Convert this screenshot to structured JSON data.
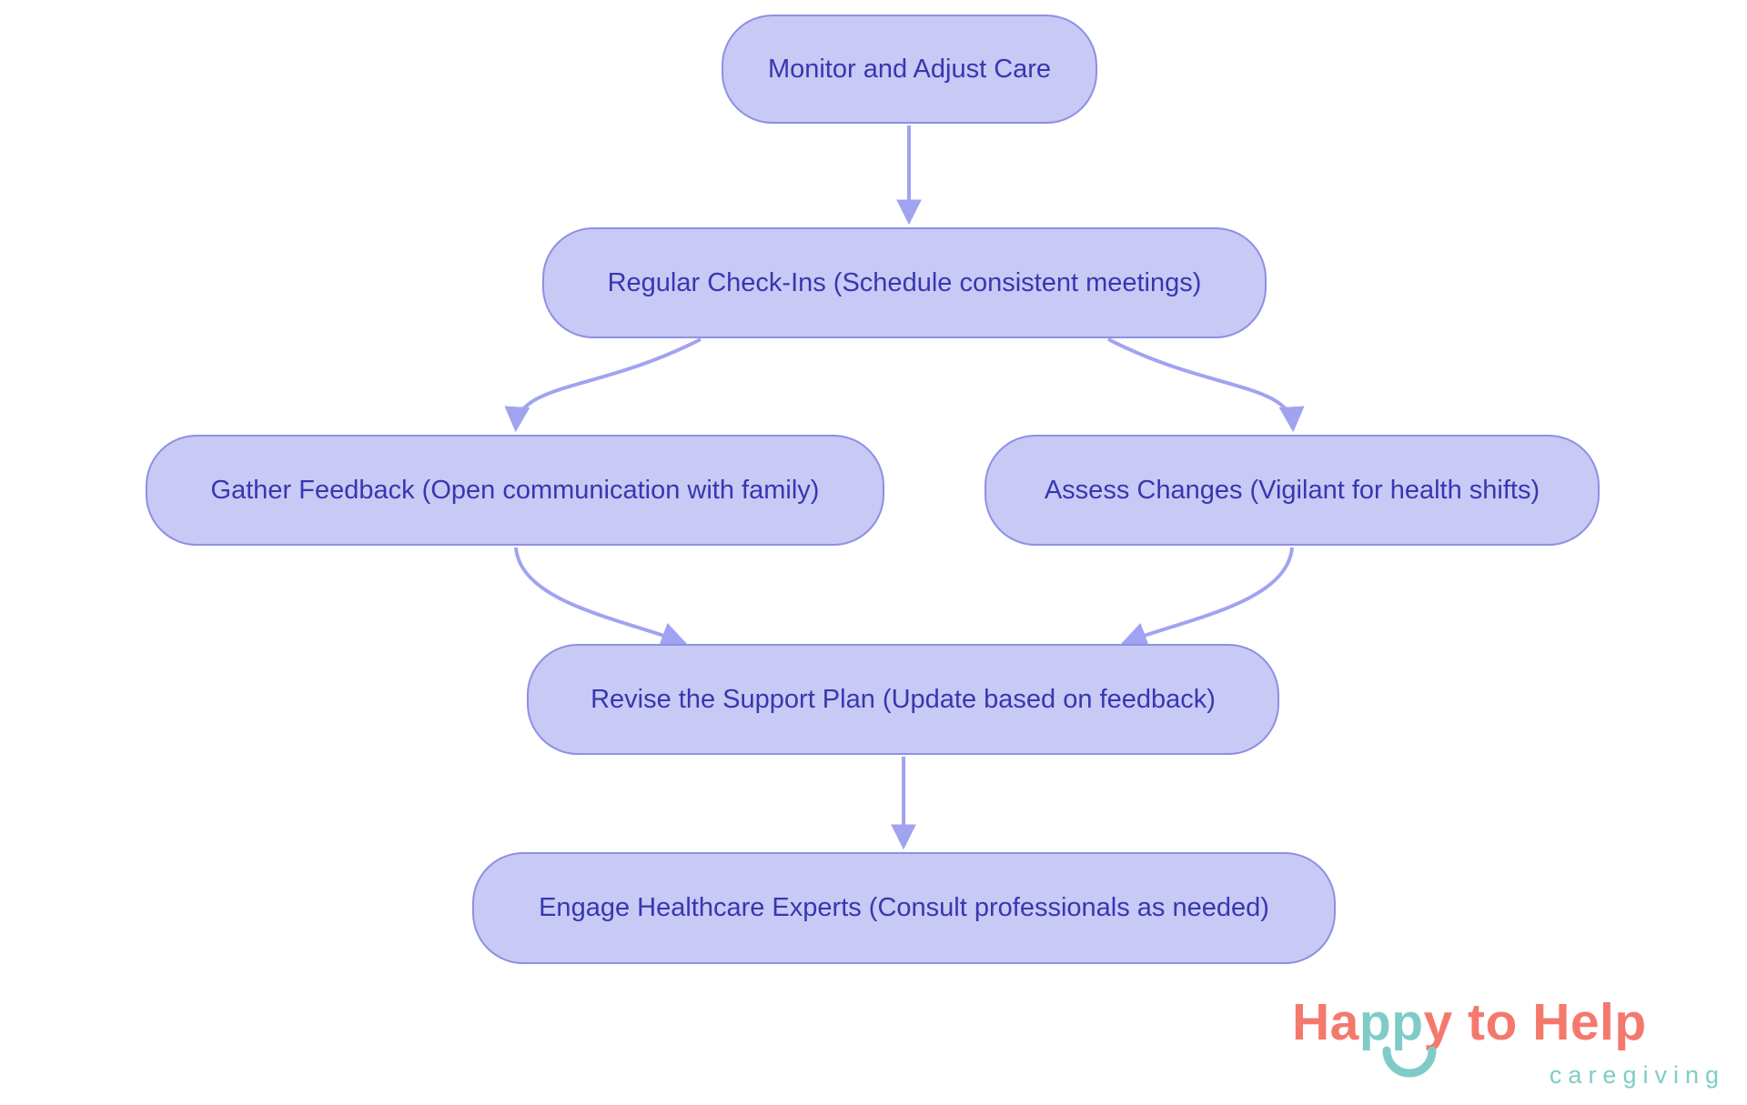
{
  "colors": {
    "background": "#ffffff",
    "node_fill": "#c8c9f5",
    "node_border": "#8d90e4",
    "node_text": "#3737b0",
    "arrow": "#a0a3f0",
    "logo_coral": "#f4796d",
    "logo_teal": "#7fccc7"
  },
  "diagram": {
    "type": "flowchart",
    "nodes": [
      {
        "id": "monitor-adjust-care",
        "label": "Monitor and Adjust Care"
      },
      {
        "id": "regular-check-ins",
        "label": "Regular Check-Ins (Schedule consistent meetings)"
      },
      {
        "id": "gather-feedback",
        "label": "Gather Feedback (Open communication with family)"
      },
      {
        "id": "assess-changes",
        "label": "Assess Changes (Vigilant for health shifts)"
      },
      {
        "id": "revise-support-plan",
        "label": "Revise the Support Plan (Update based on feedback)"
      },
      {
        "id": "engage-healthcare-experts",
        "label": "Engage Healthcare Experts (Consult professionals as needed)"
      }
    ],
    "edges": [
      {
        "from": "monitor-adjust-care",
        "to": "regular-check-ins"
      },
      {
        "from": "regular-check-ins",
        "to": "gather-feedback"
      },
      {
        "from": "regular-check-ins",
        "to": "assess-changes"
      },
      {
        "from": "gather-feedback",
        "to": "revise-support-plan"
      },
      {
        "from": "assess-changes",
        "to": "revise-support-plan"
      },
      {
        "from": "revise-support-plan",
        "to": "engage-healthcare-experts"
      }
    ]
  },
  "logo": {
    "word_part_1": "Ha",
    "word_part_2": "pp",
    "word_part_3": "y",
    "word_part_4": " to Help",
    "tagline": "caregiving"
  }
}
